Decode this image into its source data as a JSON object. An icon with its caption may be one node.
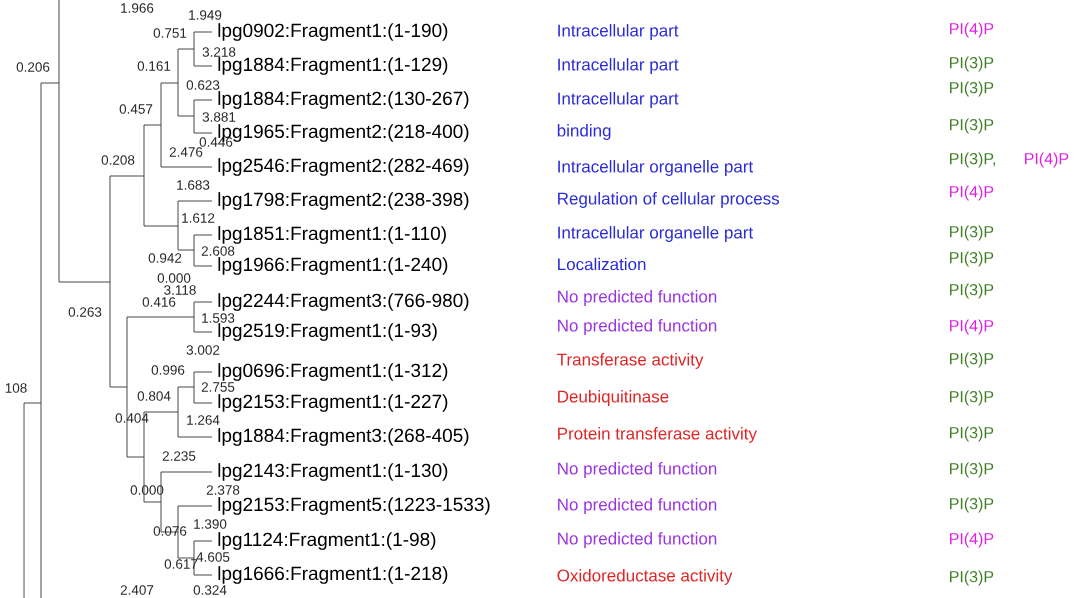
{
  "diagram": {
    "nodes": [
      {
        "text": [
          "lpg0902:Fragment1:(1-190)"
        ]
      },
      {
        "text": [
          "lpg1884:Fragment1:(1-129)"
        ]
      },
      {
        "text": [
          "lpg1884:Fragment2:(130-267)"
        ]
      },
      {
        "text": [
          "lpg1965:Fragment2:(218-400)"
        ]
      },
      {
        "text": [
          "lpg2546:Fragment2:(282-469)"
        ]
      },
      {
        "text": [
          "lpg1798:Fragment2:(238-398)"
        ]
      },
      {
        "text": [
          "lpg1851:Fragment1:(1-110)"
        ]
      },
      {
        "text": [
          "lpg1966:Fragment1:(1-240)"
        ]
      },
      {
        "text": [
          "lpg2244:Fragment3:(766-980)"
        ]
      },
      {
        "text": [
          "lpg2519:Fragment1:(1-93)"
        ]
      },
      {
        "text": [
          "lpg0696:Fragment1:(1-312)"
        ]
      },
      {
        "text": [
          "lpg2153:Fragment1:(1-227)"
        ]
      },
      {
        "text": [
          "lpg1884:Fragment3:(268-405)"
        ]
      },
      {
        "text": [
          "lpg2143:Fragment1:(1-130)"
        ]
      },
      {
        "text": [
          "lpg2153:Fragment5:(1223-1533)"
        ]
      },
      {
        "text": [
          "lpg1124:Fragment1:(1-98)"
        ]
      },
      {
        "text": [
          "lpg1666:Fragment1:(1-218)"
        ]
      }
    ],
    "labels": [
      "1.966",
      "1.949",
      "0.751",
      "3.218",
      "0.206",
      "0.161",
      "0.623",
      "0.457",
      "3.881",
      "0.446",
      "2.476",
      "0.208",
      "1.683",
      "1.612",
      "2.608",
      "0.942",
      "0.000",
      "3.118",
      "0.416",
      "0.263",
      "1.593",
      "3.002",
      "0.996",
      "108",
      "0.804",
      "2.755",
      "0.404",
      "1.264",
      "2.235",
      "0.000",
      "2.378",
      "0.076",
      "1.390",
      "0.617",
      "4.605",
      "2.407",
      "0.324",
      "Intracellular part",
      "PI(4)P",
      "Intracellular part",
      "PI(3)P",
      "Intracellular part",
      "PI(3)P",
      "binding",
      "PI(3)P",
      "Intracellular organelle part",
      "PI(3)P,",
      "PI(4)P",
      "Regulation of cellular process",
      "PI(4)P",
      "Intracellular organelle part",
      "PI(3)P",
      "Localization",
      "PI(3)P",
      "No predicted function",
      "PI(3)P",
      "No predicted function",
      "PI(4)P",
      "Transferase activity",
      "PI(3)P",
      "Deubiquitinase",
      "PI(3)P",
      "Protein transferase activity",
      "PI(3)P",
      "No predicted function",
      "PI(3)P",
      "No predicted function",
      "PI(3)P",
      "No predicted function",
      "PI(4)P",
      "Oxidoreductase activity",
      "PI(3)P"
    ]
  }
}
